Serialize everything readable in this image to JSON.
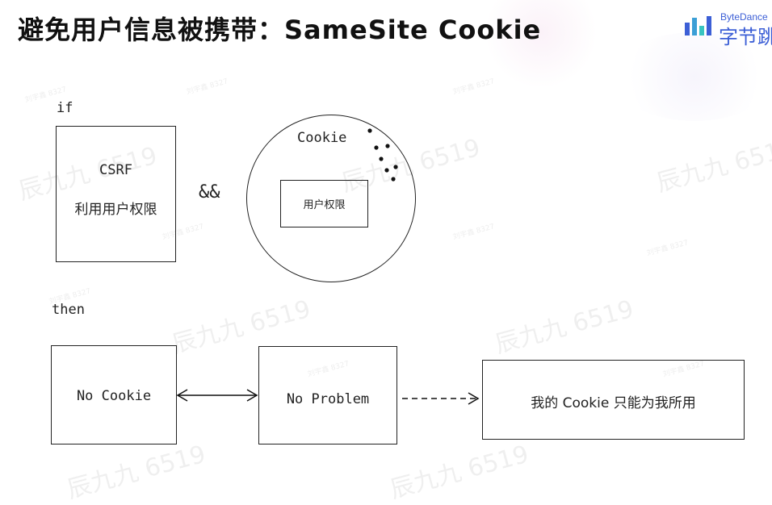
{
  "title": "避免用户信息被携带：SameSite Cookie",
  "logo": {
    "en": "ByteDance",
    "cn": "字节跳",
    "icon": "bytedance-logo-icon",
    "color": "#3c5fd6"
  },
  "diagram": {
    "if_label": "if",
    "then_label": "then",
    "csrf_box": {
      "line1": "CSRF",
      "line2": "利用用户权限"
    },
    "and_symbol": "&&",
    "cookie_circle": {
      "label": "Cookie",
      "inner_box": "用户权限"
    },
    "no_cookie_box": "No Cookie",
    "no_problem_box": "No Problem",
    "result_box": "我的 Cookie 只能为我所用"
  },
  "watermark": {
    "large": "辰九九 6519",
    "small": "刘宇鑫 8327"
  }
}
